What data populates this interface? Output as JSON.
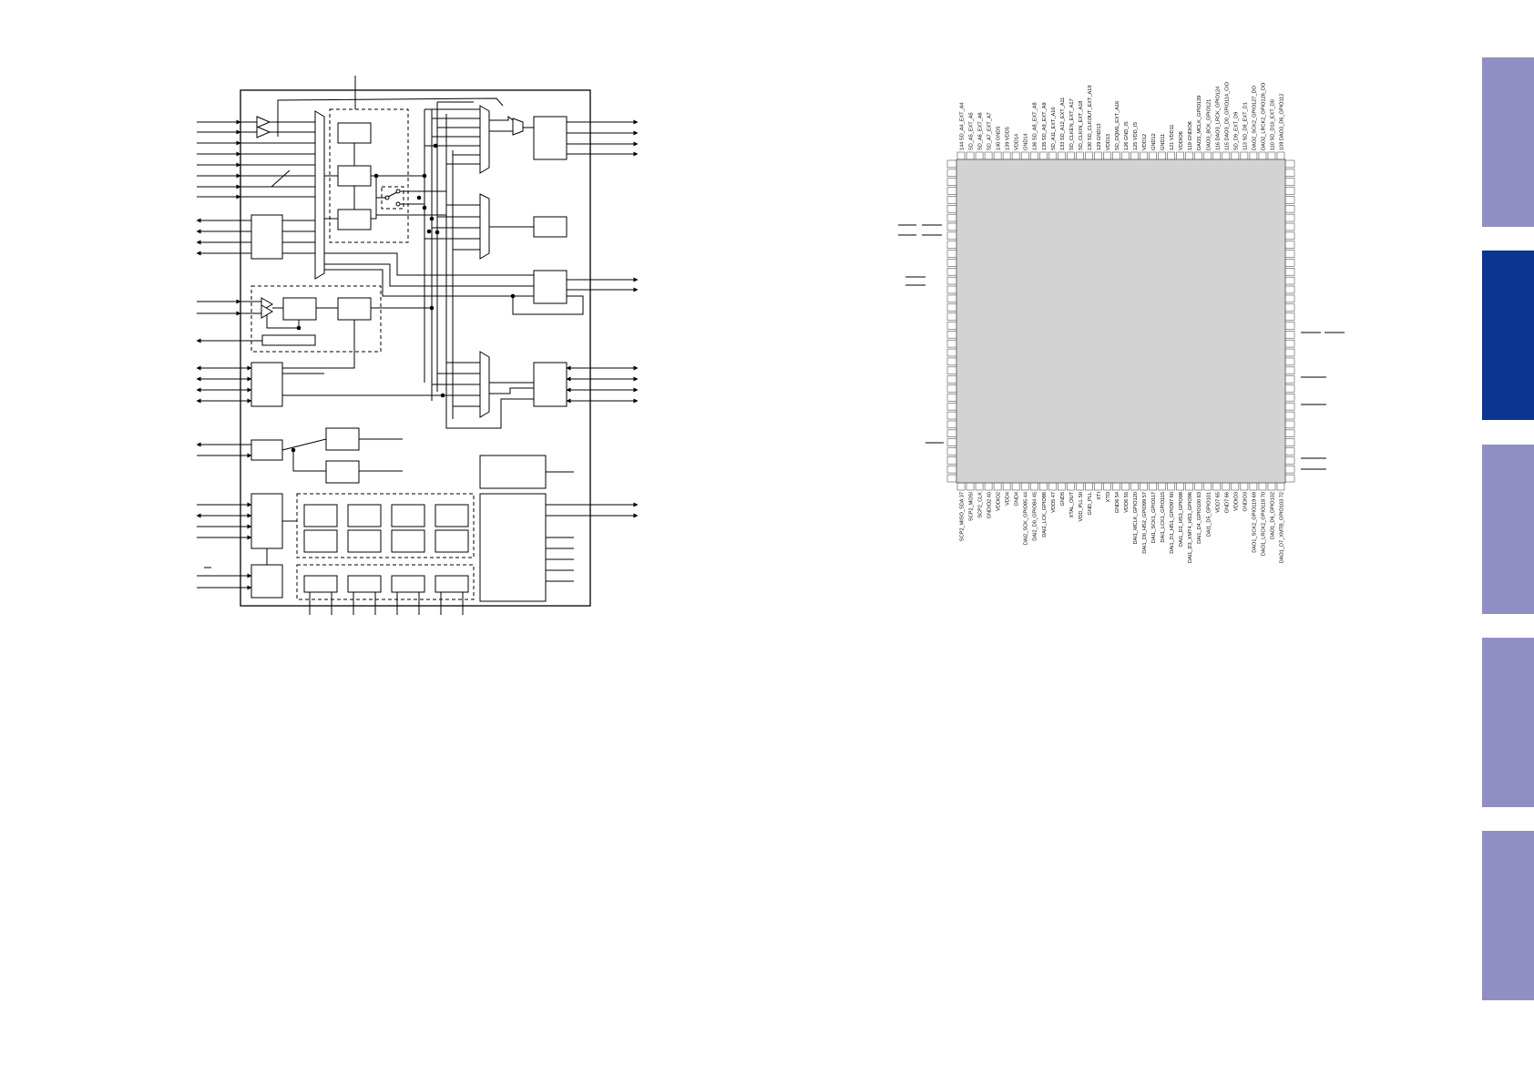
{
  "colors": {
    "tab_inactive": "#8f8fc4",
    "tab_active": "#0c3591",
    "chip_fill": "#d3d3d3",
    "line": "#000000"
  },
  "side_tabs": [
    {
      "name": "tab-1",
      "active": false
    },
    {
      "name": "tab-2",
      "active": true
    },
    {
      "name": "tab-3",
      "active": false
    },
    {
      "name": "tab-4",
      "active": false
    },
    {
      "name": "tab-5",
      "active": false
    }
  ],
  "pinout": {
    "top_pins": [
      {
        "num": "144",
        "label": "SD_A4_EXT_A4"
      },
      {
        "num": "",
        "label": "SD_A5_EXT_A5"
      },
      {
        "num": "",
        "label": "SD_A6_EXT_A6"
      },
      {
        "num": "",
        "label": "SD_A7_EXT_A7"
      },
      {
        "num": "140",
        "label": "GND5"
      },
      {
        "num": "139",
        "label": "VDD5"
      },
      {
        "num": "",
        "label": "VDD14"
      },
      {
        "num": "",
        "label": "GND14"
      },
      {
        "num": "136",
        "label": "SD_A8_EXT_A8"
      },
      {
        "num": "135",
        "label": "SD_A9_EXT_A9"
      },
      {
        "num": "",
        "label": "SD_A11_EXT_A10"
      },
      {
        "num": "133",
        "label": "SD_A12_EXT_A11"
      },
      {
        "num": "",
        "label": "SD_CLKEN_EXT_A17"
      },
      {
        "num": "",
        "label": "SD_CLKIN_EXT_A18"
      },
      {
        "num": "130",
        "label": "SD_CLKOUT_EXT_A19"
      },
      {
        "num": "129",
        "label": "GND13"
      },
      {
        "num": "",
        "label": "VDD13"
      },
      {
        "num": "",
        "label": "SD_DQM1_EXT_A16"
      },
      {
        "num": "126",
        "label": "GND_IS"
      },
      {
        "num": "125",
        "label": "VDD_IS"
      },
      {
        "num": "",
        "label": "VDD12"
      },
      {
        "num": "",
        "label": "GND12"
      },
      {
        "num": "",
        "label": "GND11"
      },
      {
        "num": "121",
        "label": "VDD11"
      },
      {
        "num": "",
        "label": "VDDIO6"
      },
      {
        "num": "119",
        "label": "GNDIO6"
      },
      {
        "num": "",
        "label": "DAO3_MCLK_GPIO139"
      },
      {
        "num": "",
        "label": "DAO3_BCK_GPIO121"
      },
      {
        "num": "116",
        "label": "DAO3_LRCK_GPIO124"
      },
      {
        "num": "115",
        "label": "DAO3_D0_GPIO114_CIO"
      },
      {
        "num": "",
        "label": "SD_D9_EXT_D9"
      },
      {
        "num": "113",
        "label": "SD_D8_EXT_D1"
      },
      {
        "num": "",
        "label": "DAO2_SCK2_GPIO127_DO"
      },
      {
        "num": "",
        "label": "DAO2_LRCK2_GPIO126_DO"
      },
      {
        "num": "110",
        "label": "SD_D10_EXT_D0"
      },
      {
        "num": "109",
        "label": "DAO3_D6_GPIO112"
      }
    ],
    "bottom_pins": [
      {
        "num": "37",
        "label": "SCP2_MISO_SDA"
      },
      {
        "num": "",
        "label": "SCP2_MOSI"
      },
      {
        "num": "",
        "label": "SCP2_CLK"
      },
      {
        "num": "40",
        "label": "GNDIO2"
      },
      {
        "num": "",
        "label": "VDDIO2"
      },
      {
        "num": "",
        "label": "VDD4"
      },
      {
        "num": "",
        "label": "GND4"
      },
      {
        "num": "44",
        "label": "DAI2_SCK_GPIO85"
      },
      {
        "num": "45",
        "label": "DAI2_D0_GPIO84"
      },
      {
        "num": "",
        "label": "DAI2_LCK_GPIO86"
      },
      {
        "num": "47",
        "label": "VDD5"
      },
      {
        "num": "",
        "label": "GND5"
      },
      {
        "num": "",
        "label": "XTAL_OUT"
      },
      {
        "num": "50",
        "label": "VDD_PLL"
      },
      {
        "num": "",
        "label": "GND_PLL"
      },
      {
        "num": "",
        "label": "XTI"
      },
      {
        "num": "",
        "label": "XTO"
      },
      {
        "num": "54",
        "label": "GND6"
      },
      {
        "num": "55",
        "label": "VDD6"
      },
      {
        "num": "",
        "label": "DAI1_MCLK_GPIO120"
      },
      {
        "num": "57",
        "label": "DAI1_D0_HS2_GPIO99"
      },
      {
        "num": "",
        "label": "DAI1_SCK1_GPIO117"
      },
      {
        "num": "",
        "label": "DAI1_LCK1_GPIO115"
      },
      {
        "num": "60",
        "label": "DAI1_D1_HS1_GPIO97"
      },
      {
        "num": "",
        "label": "DAI1_D2_HS3_GPIO98"
      },
      {
        "num": "",
        "label": "DAI1_D3_XMT4_HS3_GPIO96"
      },
      {
        "num": "63",
        "label": "DAI1_D4_GPIO100"
      },
      {
        "num": "",
        "label": "DAI1_D5_GPIO101"
      },
      {
        "num": "65",
        "label": "VDD7"
      },
      {
        "num": "66",
        "label": "GND7"
      },
      {
        "num": "",
        "label": "VDDIO3"
      },
      {
        "num": "",
        "label": "GNDIO3"
      },
      {
        "num": "69",
        "label": "DAO1_SCK2_GPIO119"
      },
      {
        "num": "70",
        "label": "DAO1_LRCK2_GPIO118"
      },
      {
        "num": "",
        "label": "DAO1_D6_GPIO102"
      },
      {
        "num": "72",
        "label": "DAO1_D7_XMTB_GPIO103"
      }
    ]
  }
}
